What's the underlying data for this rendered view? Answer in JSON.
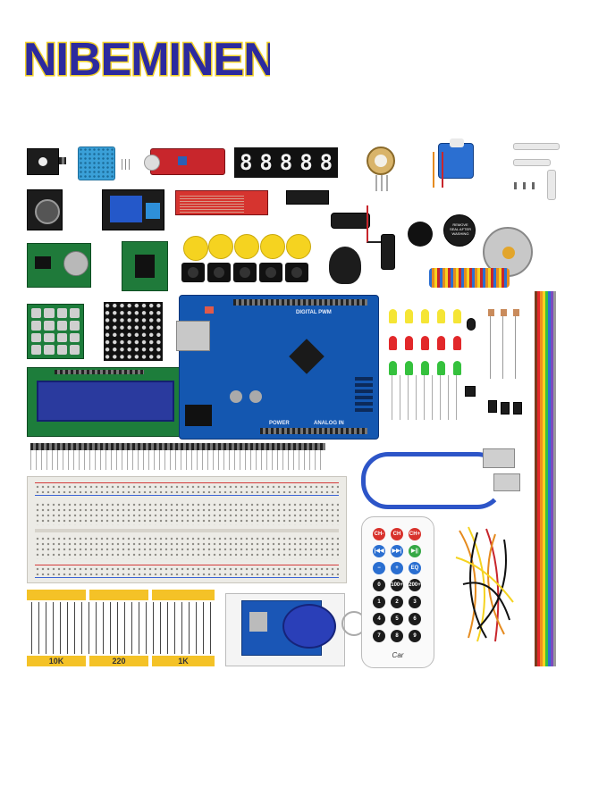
{
  "brand": {
    "name": "NIBEMINENT",
    "fill_color": "#2c2a9e",
    "outline_color": "#f3d22a"
  },
  "display_7seg": {
    "digits": [
      "8",
      "8",
      "8",
      "8",
      "8"
    ]
  },
  "arduino": {
    "board_text": "DIGITAL PWM",
    "power_text": "POWER",
    "analog_text": "ANALOG IN"
  },
  "resistors": {
    "labels": [
      "10K",
      "220",
      "1K"
    ]
  },
  "buzzer_label": "REMOVE SEAL AFTER WASHING",
  "remote": {
    "brand": "Car",
    "keys": [
      "CH-",
      "CH",
      "CH+",
      "|◀◀",
      "▶▶|",
      "▶||",
      "−",
      "+",
      "EQ",
      "0",
      "100+",
      "200+",
      "1",
      "2",
      "3",
      "4",
      "5",
      "6",
      "7",
      "8",
      "9"
    ]
  },
  "colors": {
    "accent_blue": "#1a56b6",
    "pcb_green": "#1f7a3a"
  }
}
